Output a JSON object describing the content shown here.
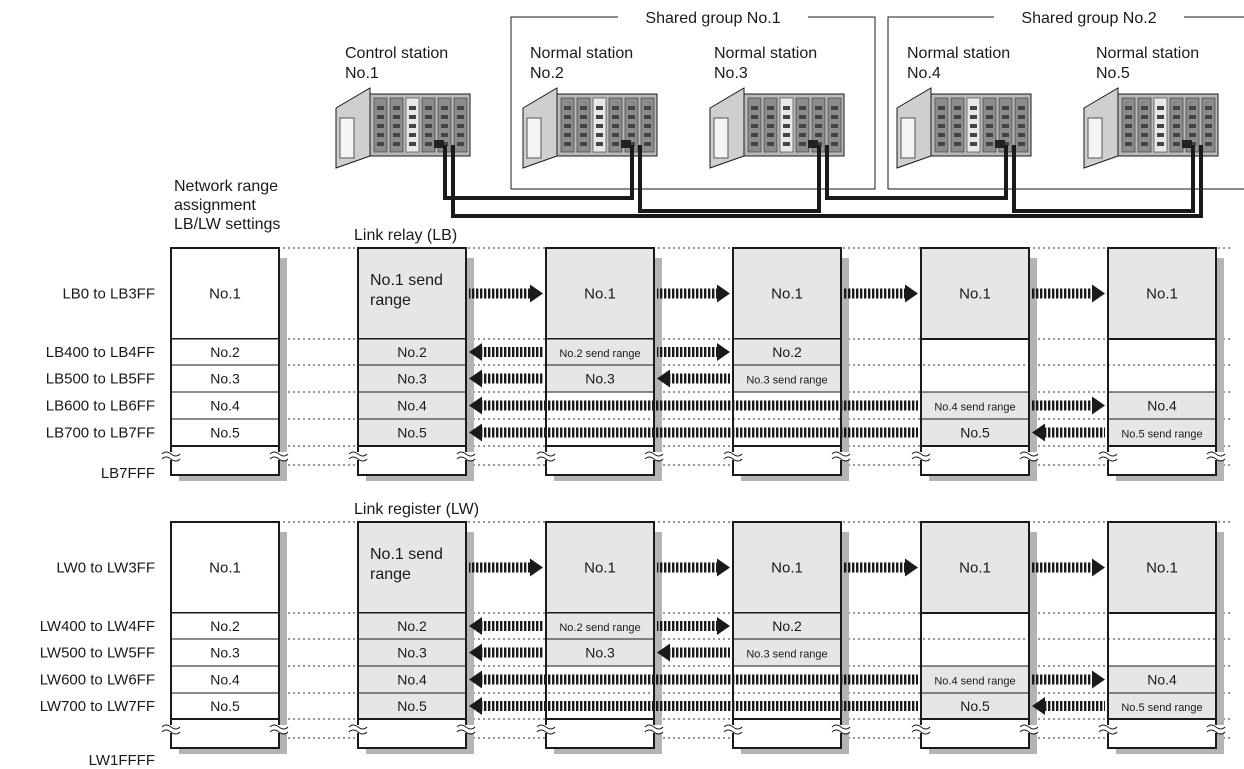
{
  "groups": [
    {
      "label": "Shared group No.1"
    },
    {
      "label": "Shared group No.2"
    }
  ],
  "stations": [
    {
      "line1": "Control station",
      "line2": "No.1"
    },
    {
      "line1": "Normal station",
      "line2": "No.2"
    },
    {
      "line1": "Normal station",
      "line2": "No.3"
    },
    {
      "line1": "Normal station",
      "line2": "No.4"
    },
    {
      "line1": "Normal station",
      "line2": "No.5"
    }
  ],
  "assignment_header": [
    "Network range",
    "assignment",
    "LB/LW settings"
  ],
  "sections": [
    {
      "title": "Link relay (LB)",
      "rows": [
        "LB0 to LB3FF",
        "LB400 to LB4FF",
        "LB500 to LB5FF",
        "LB600 to LB6FF",
        "LB700 to LB7FF"
      ],
      "end": "LB7FFF"
    },
    {
      "title": "Link register (LW)",
      "rows": [
        "LW0 to LW3FF",
        "LW400 to LW4FF",
        "LW500 to LW5FF",
        "LW600 to LW6FF",
        "LW700 to LW7FF"
      ],
      "end": "LW1FFFF"
    }
  ],
  "assignment_cells": [
    "No.1",
    "No.2",
    "No.3",
    "No.4",
    "No.5"
  ],
  "station_cells": [
    [
      "No.1 send range",
      "No.2",
      "No.3",
      "No.4",
      "No.5"
    ],
    [
      "No.1",
      "No.2 send range",
      "No.3",
      "",
      ""
    ],
    [
      "No.1",
      "No.2",
      "No.3 send range",
      "",
      ""
    ],
    [
      "No.1",
      "",
      "",
      "No.4 send range",
      "No.5"
    ],
    [
      "No.1",
      "",
      "",
      "No.4",
      "No.5 send range"
    ]
  ],
  "colors": {
    "shaded": "#e6e6e6",
    "shadow": "#b4b4b4",
    "line": "#1a1a1a"
  }
}
